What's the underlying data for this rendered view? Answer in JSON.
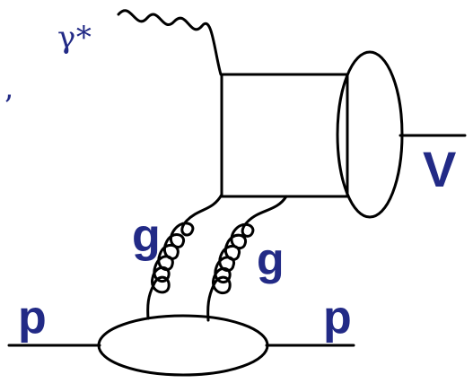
{
  "labels": {
    "photon": "γ*",
    "gluon_left": "g",
    "gluon_right": "g",
    "proton_in": "p",
    "proton_out": "p",
    "vector_meson": "V",
    "stray_mark": "’"
  },
  "colors": {
    "label": "#222a86",
    "line": "#000000"
  }
}
